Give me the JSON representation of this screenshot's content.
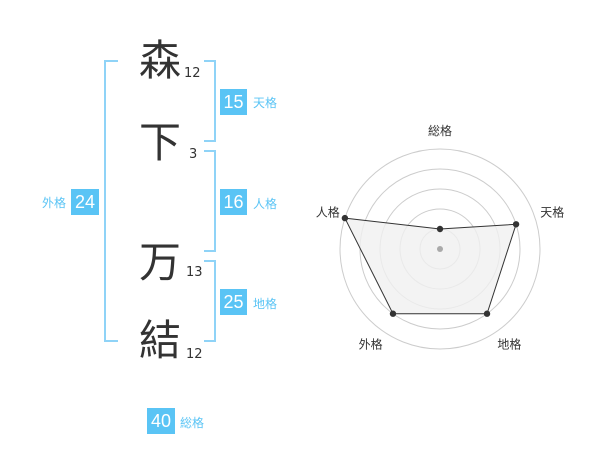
{
  "name_chars": [
    {
      "char": "森",
      "strokes": "12"
    },
    {
      "char": "下",
      "strokes": "3"
    },
    {
      "char": "万",
      "strokes": "13"
    },
    {
      "char": "結",
      "strokes": "12"
    }
  ],
  "kaku": {
    "tenkaku": {
      "value": "15",
      "label": "天格"
    },
    "jinkaku": {
      "value": "16",
      "label": "人格"
    },
    "chikaku": {
      "value": "25",
      "label": "地格"
    },
    "gaikaku": {
      "value": "24",
      "label": "外格"
    },
    "soukaku": {
      "value": "40",
      "label": "総格"
    }
  },
  "chart_data": {
    "type": "radar",
    "axes": [
      "総格",
      "天格",
      "地格",
      "外格",
      "人格"
    ],
    "values": [
      1,
      4,
      4,
      4,
      5
    ],
    "rmax": 5,
    "rings": 5,
    "colors": {
      "fill": "#f0f0f0",
      "line": "#333333",
      "grid": "#cccccc",
      "point": "#333333"
    }
  }
}
